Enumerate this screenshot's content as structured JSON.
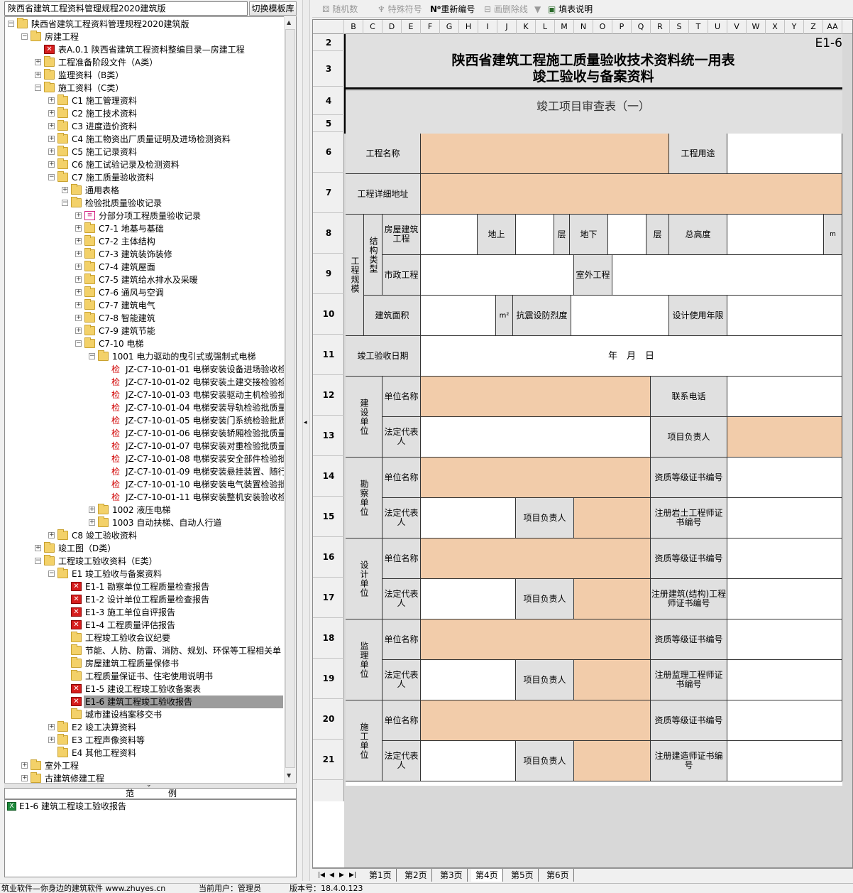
{
  "left_panel": {
    "combo_value": "陕西省建筑工程资料管理规程2020建筑版",
    "switch_button": "切换模板库",
    "tree": [
      {
        "label": "陕西省建筑工程资料管理规程2020建筑版",
        "level": 0,
        "icon": "folder-open-icon",
        "expander": "−"
      },
      {
        "label": "房建工程",
        "level": 1,
        "icon": "folder-open-icon",
        "expander": "−"
      },
      {
        "label": "表A.0.1 陕西省建筑工程资料整编目录—房建工程",
        "level": 2,
        "icon": "excel-icon",
        "expander": ""
      },
      {
        "label": "工程准备阶段文件（A类）",
        "level": 2,
        "icon": "folder-icon",
        "expander": "+"
      },
      {
        "label": "监理资料（B类）",
        "level": 2,
        "icon": "folder-icon",
        "expander": "+"
      },
      {
        "label": "施工资料（C类）",
        "level": 2,
        "icon": "folder-open-icon",
        "expander": "−"
      },
      {
        "label": "C1 施工管理资料",
        "level": 3,
        "icon": "folder-icon",
        "expander": "+"
      },
      {
        "label": "C2 施工技术资料",
        "level": 3,
        "icon": "folder-icon",
        "expander": "+"
      },
      {
        "label": "C3 进度造价资料",
        "level": 3,
        "icon": "folder-icon",
        "expander": "+"
      },
      {
        "label": "C4 施工物资出厂质量证明及进场检测资料",
        "level": 3,
        "icon": "folder-icon",
        "expander": "+"
      },
      {
        "label": "C5 施工记录资料",
        "level": 3,
        "icon": "folder-icon",
        "expander": "+"
      },
      {
        "label": "C6 施工试验记录及检测资料",
        "level": 3,
        "icon": "folder-icon",
        "expander": "+"
      },
      {
        "label": "C7 施工质量验收资料",
        "level": 3,
        "icon": "folder-open-icon",
        "expander": "−"
      },
      {
        "label": "通用表格",
        "level": 4,
        "icon": "folder-icon",
        "expander": "+"
      },
      {
        "label": "检验批质量验收记录",
        "level": 4,
        "icon": "folder-open-icon",
        "expander": "−"
      },
      {
        "label": "分部分项工程质量验收记录",
        "level": 5,
        "icon": "document-icon",
        "expander": "+"
      },
      {
        "label": "C7-1 地基与基础",
        "level": 5,
        "icon": "folder-icon",
        "expander": "+"
      },
      {
        "label": "C7-2 主体结构",
        "level": 5,
        "icon": "folder-icon",
        "expander": "+"
      },
      {
        "label": "C7-3 建筑装饰装修",
        "level": 5,
        "icon": "folder-icon",
        "expander": "+"
      },
      {
        "label": "C7-4 建筑屋面",
        "level": 5,
        "icon": "folder-icon",
        "expander": "+"
      },
      {
        "label": "C7-5 建筑给水排水及采暖",
        "level": 5,
        "icon": "folder-icon",
        "expander": "+"
      },
      {
        "label": "C7-6 通风与空调",
        "level": 5,
        "icon": "folder-icon",
        "expander": "+"
      },
      {
        "label": "C7-7 建筑电气",
        "level": 5,
        "icon": "folder-icon",
        "expander": "+"
      },
      {
        "label": "C7-8 智能建筑",
        "level": 5,
        "icon": "folder-icon",
        "expander": "+"
      },
      {
        "label": "C7-9 建筑节能",
        "level": 5,
        "icon": "folder-icon",
        "expander": "+"
      },
      {
        "label": "C7-10 电梯",
        "level": 5,
        "icon": "folder-open-icon",
        "expander": "−"
      },
      {
        "label": "1001 电力驱动的曳引式或强制式电梯",
        "level": 6,
        "icon": "folder-open-icon",
        "expander": "−"
      },
      {
        "label": "JZ-C7-10-01-01 电梯安装设备进场验收检",
        "level": 7,
        "icon": "jian-icon",
        "expander": ""
      },
      {
        "label": "JZ-C7-10-01-02 电梯安装土建交接检验检",
        "level": 7,
        "icon": "jian-icon",
        "expander": ""
      },
      {
        "label": "JZ-C7-10-01-03 电梯安装驱动主机检验批",
        "level": 7,
        "icon": "jian-icon",
        "expander": ""
      },
      {
        "label": "JZ-C7-10-01-04 电梯安装导轨检验批质量",
        "level": 7,
        "icon": "jian-icon",
        "expander": ""
      },
      {
        "label": "JZ-C7-10-01-05 电梯安装门系统检验批质",
        "level": 7,
        "icon": "jian-icon",
        "expander": ""
      },
      {
        "label": "JZ-C7-10-01-06 电梯安装轿厢检验批质量",
        "level": 7,
        "icon": "jian-icon",
        "expander": ""
      },
      {
        "label": "JZ-C7-10-01-07 电梯安装对重检验批质量",
        "level": 7,
        "icon": "jian-icon",
        "expander": ""
      },
      {
        "label": "JZ-C7-10-01-08 电梯安装安全部件检验批",
        "level": 7,
        "icon": "jian-icon",
        "expander": ""
      },
      {
        "label": "JZ-C7-10-01-09 电梯安装悬挂装置、随行",
        "level": 7,
        "icon": "jian-icon",
        "expander": ""
      },
      {
        "label": "JZ-C7-10-01-10 电梯安装电气装置检验批",
        "level": 7,
        "icon": "jian-icon",
        "expander": ""
      },
      {
        "label": "JZ-C7-10-01-11 电梯安装整机安装验收检",
        "level": 7,
        "icon": "jian-icon",
        "expander": ""
      },
      {
        "label": "1002 液压电梯",
        "level": 6,
        "icon": "folder-icon",
        "expander": "+"
      },
      {
        "label": "1003 自动扶梯、自动人行道",
        "level": 6,
        "icon": "folder-icon",
        "expander": "+"
      },
      {
        "label": "C8 竣工验收资料",
        "level": 3,
        "icon": "folder-icon",
        "expander": "+"
      },
      {
        "label": "竣工图（D类）",
        "level": 2,
        "icon": "folder-icon",
        "expander": "+"
      },
      {
        "label": "工程竣工验收资料（E类）",
        "level": 2,
        "icon": "folder-open-icon",
        "expander": "−"
      },
      {
        "label": "E1 竣工验收与备案资料",
        "level": 3,
        "icon": "folder-open-icon",
        "expander": "−"
      },
      {
        "label": "E1-1 勘察单位工程质量检查报告",
        "level": 4,
        "icon": "excel-icon",
        "expander": ""
      },
      {
        "label": "E1-2 设计单位工程质量检查报告",
        "level": 4,
        "icon": "excel-icon",
        "expander": ""
      },
      {
        "label": "E1-3 施工单位自评报告",
        "level": 4,
        "icon": "excel-icon",
        "expander": ""
      },
      {
        "label": "E1-4 工程质量评估报告",
        "level": 4,
        "icon": "excel-icon",
        "expander": ""
      },
      {
        "label": "工程竣工验收会议纪要",
        "level": 4,
        "icon": "folder-icon",
        "expander": ""
      },
      {
        "label": "节能、人防、防雷、消防、规划、环保等工程相关单",
        "level": 4,
        "icon": "folder-icon",
        "expander": ""
      },
      {
        "label": "房屋建筑工程质量保修书",
        "level": 4,
        "icon": "folder-icon",
        "expander": ""
      },
      {
        "label": "工程质量保证书、住宅使用说明书",
        "level": 4,
        "icon": "folder-icon",
        "expander": ""
      },
      {
        "label": "E1-5 建设工程竣工验收备案表",
        "level": 4,
        "icon": "excel-icon",
        "expander": ""
      },
      {
        "label": "E1-6 建筑工程竣工验收报告",
        "level": 4,
        "icon": "excel-icon",
        "expander": "",
        "selected": true
      },
      {
        "label": "城市建设档案移交书",
        "level": 4,
        "icon": "folder-icon",
        "expander": ""
      },
      {
        "label": "E2 竣工决算资料",
        "level": 3,
        "icon": "folder-icon",
        "expander": "+"
      },
      {
        "label": "E3 工程声像资料等",
        "level": 3,
        "icon": "folder-icon",
        "expander": "+"
      },
      {
        "label": "E4 其他工程资料",
        "level": 3,
        "icon": "folder-icon",
        "expander": ""
      },
      {
        "label": "室外工程",
        "level": 1,
        "icon": "folder-icon",
        "expander": "+"
      },
      {
        "label": "古建筑修建工程",
        "level": 1,
        "icon": "folder-icon",
        "expander": "+"
      }
    ],
    "legend_header_left": "范",
    "legend_header_right": "例",
    "legend_item": "E1-6 建筑工程竣工验收报告"
  },
  "toolbar": {
    "random_number": "随机数",
    "special_symbol": "特殊符号",
    "renumber": "重新编号",
    "strike_delete": "画删除线",
    "fill_help": "填表说明"
  },
  "sheet": {
    "columns": [
      "B",
      "C",
      "D",
      "E",
      "F",
      "G",
      "H",
      "I",
      "J",
      "K",
      "L",
      "M",
      "N",
      "O",
      "P",
      "Q",
      "R",
      "S",
      "T",
      "U",
      "V",
      "W",
      "X",
      "Y",
      "Z",
      "AA"
    ],
    "rows": [
      "2",
      "3",
      "4",
      "5",
      "6",
      "7",
      "8",
      "9",
      "10",
      "11",
      "12",
      "13",
      "14",
      "15",
      "16",
      "17",
      "18",
      "19",
      "20",
      "21"
    ],
    "form_code": "E1-6",
    "title_line1": "陕西省建筑工程施工质量验收技术资料统一用表",
    "title_line2": "竣工验收与备案资料",
    "subtitle": "竣工项目审查表（一）",
    "labels": {
      "project_name": "工程名称",
      "project_use": "工程用途",
      "project_address": "工程详细地址",
      "project_scale": "工程规模",
      "structure_type": "结构类型",
      "house_building": "房屋建筑工程",
      "above_ground": "地上",
      "floor1": "层",
      "below_ground": "地下",
      "floor2": "层",
      "total_height": "总高度",
      "meter": "m",
      "municipal": "市政工程",
      "outdoor": "室外工程",
      "building_area": "建筑面积",
      "sqm": "m²",
      "seismic": "抗震设防烈度",
      "design_life": "设计使用年限",
      "completion_date": "竣工验收日期",
      "date_text": "年　月　日",
      "construction_unit": "建设单位",
      "survey_unit": "勘察单位",
      "design_unit": "设计单位",
      "supervision_unit": "监理单位",
      "contractor_unit": "施工单位",
      "unit_name": "单位名称",
      "legal_rep": "法定代表人",
      "contact_phone": "联系电话",
      "project_leader": "项目负责人",
      "qualification": "资质等级证书编号",
      "geotech_engineer": "注册岩土工程师证书编号",
      "structural_engineer": "注册建筑(结构)工程师证书编号",
      "supervision_engineer": "注册监理工程师证书编号",
      "constructor": "注册建造师证书编号"
    }
  },
  "sheet_tabs": [
    "第1页",
    "第2页",
    "第3页",
    "第4页",
    "第5页",
    "第6页"
  ],
  "status_bar": {
    "left": "筑业软件—你身边的建筑软件 www.zhuyes.cn",
    "user": "当前用户：管理员",
    "version": "版本号：18.4.0.123"
  },
  "colors": {
    "peach": "#f2ccaa",
    "grey_label": "#e0e0e0",
    "selected_row": "#9c9c9c"
  }
}
